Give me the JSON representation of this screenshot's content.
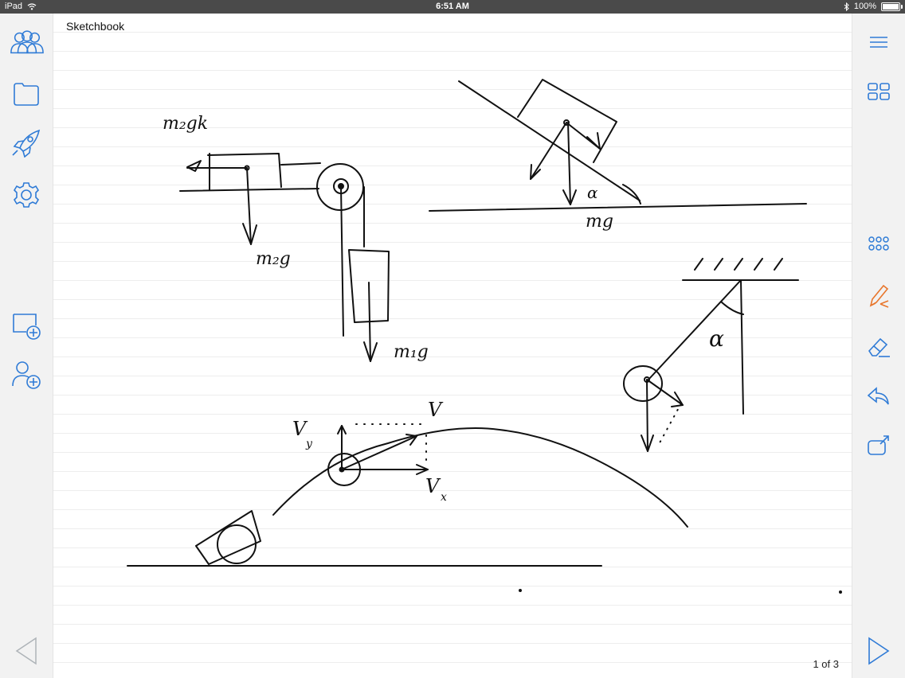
{
  "status_bar": {
    "device": "iPad",
    "time": "6:51 AM",
    "battery": "100%",
    "battery_level": 1.0
  },
  "document": {
    "title": "Sketchbook",
    "page_indicator": "1 of 3",
    "current_page": 1,
    "total_pages": 3
  },
  "left_toolbar": {
    "items": [
      {
        "name": "contacts",
        "icon": "people-icon"
      },
      {
        "name": "folder",
        "icon": "folder-icon"
      },
      {
        "name": "launch",
        "icon": "rocket-icon"
      },
      {
        "name": "settings",
        "icon": "gear-icon"
      },
      {
        "name": "add-page",
        "icon": "add-page-icon"
      },
      {
        "name": "add-participant",
        "icon": "add-person-icon"
      }
    ],
    "nav_prev_icon": "chevron-left-icon"
  },
  "right_toolbar": {
    "items": [
      {
        "name": "menu",
        "icon": "hamburger-icon"
      },
      {
        "name": "pages",
        "icon": "grid-icon"
      },
      {
        "name": "colors",
        "icon": "dots-icon"
      },
      {
        "name": "pen",
        "icon": "pen-icon",
        "active": true
      },
      {
        "name": "eraser",
        "icon": "eraser-icon"
      },
      {
        "name": "undo",
        "icon": "undo-icon"
      },
      {
        "name": "export",
        "icon": "share-icon"
      }
    ],
    "nav_next_icon": "chevron-right-icon"
  },
  "sketch_labels": {
    "m2gk": "m₂gk",
    "m2g": "m₂g",
    "m1g": "m₁g",
    "mg": "mg",
    "alpha_incline": "α",
    "alpha_pendulum": "α",
    "vy": "V",
    "vy_sub": "y",
    "v": "V",
    "vx": "V",
    "vx_sub": "x"
  },
  "colors": {
    "accent": "#2f7bd6",
    "pen_active": "#e8762c",
    "ink": "#111111"
  }
}
